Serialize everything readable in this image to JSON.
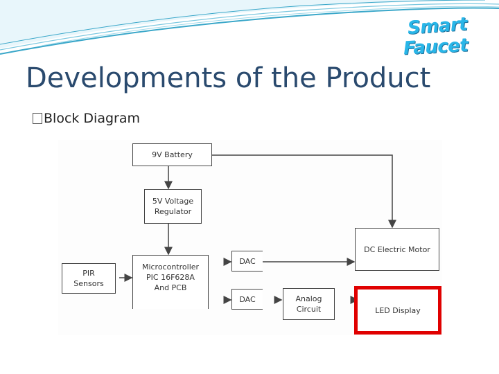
{
  "slide": {
    "title": "Developments of the Product",
    "bullet": "Block Diagram",
    "bullet_icon": "missing-glyph-icon"
  },
  "logo": {
    "line1": "Smart",
    "line2": "Faucet",
    "color": "#29b6e8"
  },
  "colors": {
    "title": "#2a4a6e",
    "swoosh": "#3aa7c9",
    "highlight": "#e00000"
  },
  "diagram": {
    "blocks": {
      "battery": "9V Battery",
      "regulator": "5V Voltage\nRegulator",
      "microcontroller": "Microcontroller\nPIC 16F628A\nAnd PCB",
      "pir": "PIR\nSensors",
      "dac1": "DAC",
      "dac2": "DAC",
      "analog": "Analog\nCircuit",
      "motor": "DC Electric Motor",
      "led": "LED Display"
    }
  }
}
